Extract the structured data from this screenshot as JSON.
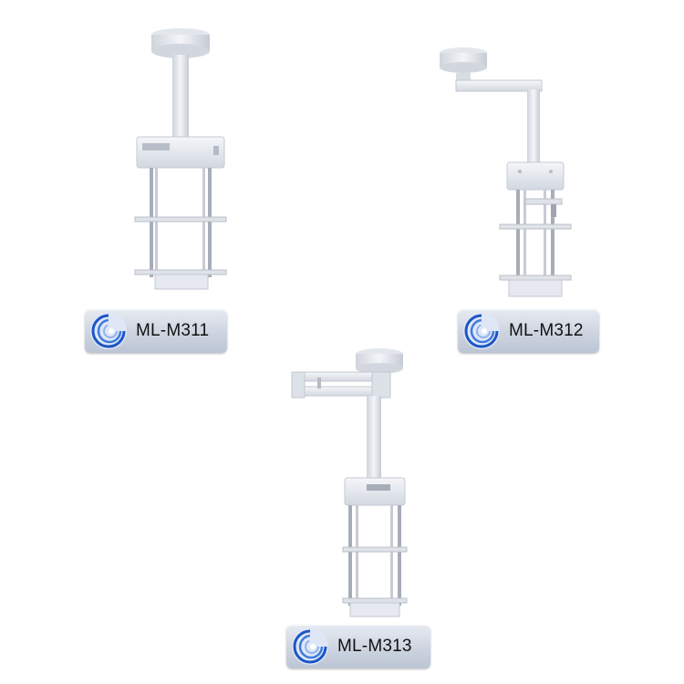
{
  "products": [
    {
      "model": "ML-M311"
    },
    {
      "model": "ML-M312"
    },
    {
      "model": "ML-M313"
    }
  ],
  "icons": {
    "badge_logo": "swirl-logo-icon"
  },
  "colors": {
    "equipment_body": "#e9ecf1",
    "equipment_shadow": "#c3c8d2",
    "badge_swirl": "#2a62c9"
  }
}
